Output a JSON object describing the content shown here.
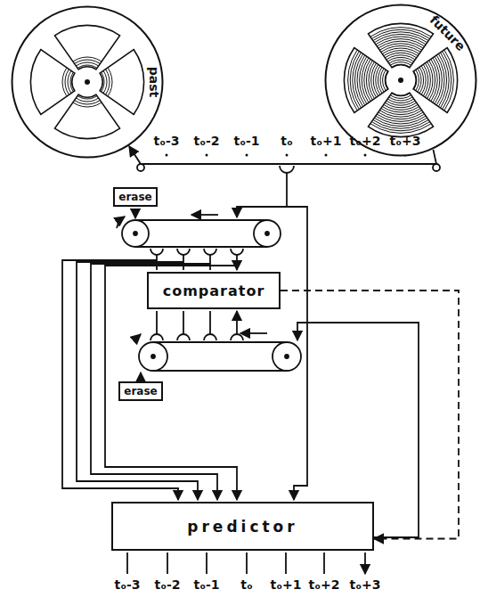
{
  "diagram": {
    "nodes": [
      {
        "text": [
          "past"
        ]
      },
      {
        "text": [
          "future"
        ]
      },
      {
        "text": [
          "erase"
        ]
      },
      {
        "text": [
          "comparator"
        ]
      },
      {
        "text": [
          "erase"
        ]
      },
      {
        "text": [
          "predictor"
        ]
      }
    ],
    "edges": [
      {
        "from": 1,
        "to": 0,
        "arrow": "to"
      },
      {
        "from": 3,
        "to": 5,
        "arrow": "to"
      }
    ],
    "labels": [
      "tₒ-3",
      "tₒ-2",
      "tₒ-1",
      "tₒ",
      "tₒ+1",
      "tₒ+2",
      "tₒ+3",
      "tₒ-3",
      "tₒ-2",
      "tₒ-1",
      "tₒ",
      "tₒ+1",
      "tₒ+2",
      "tₒ+3"
    ]
  }
}
